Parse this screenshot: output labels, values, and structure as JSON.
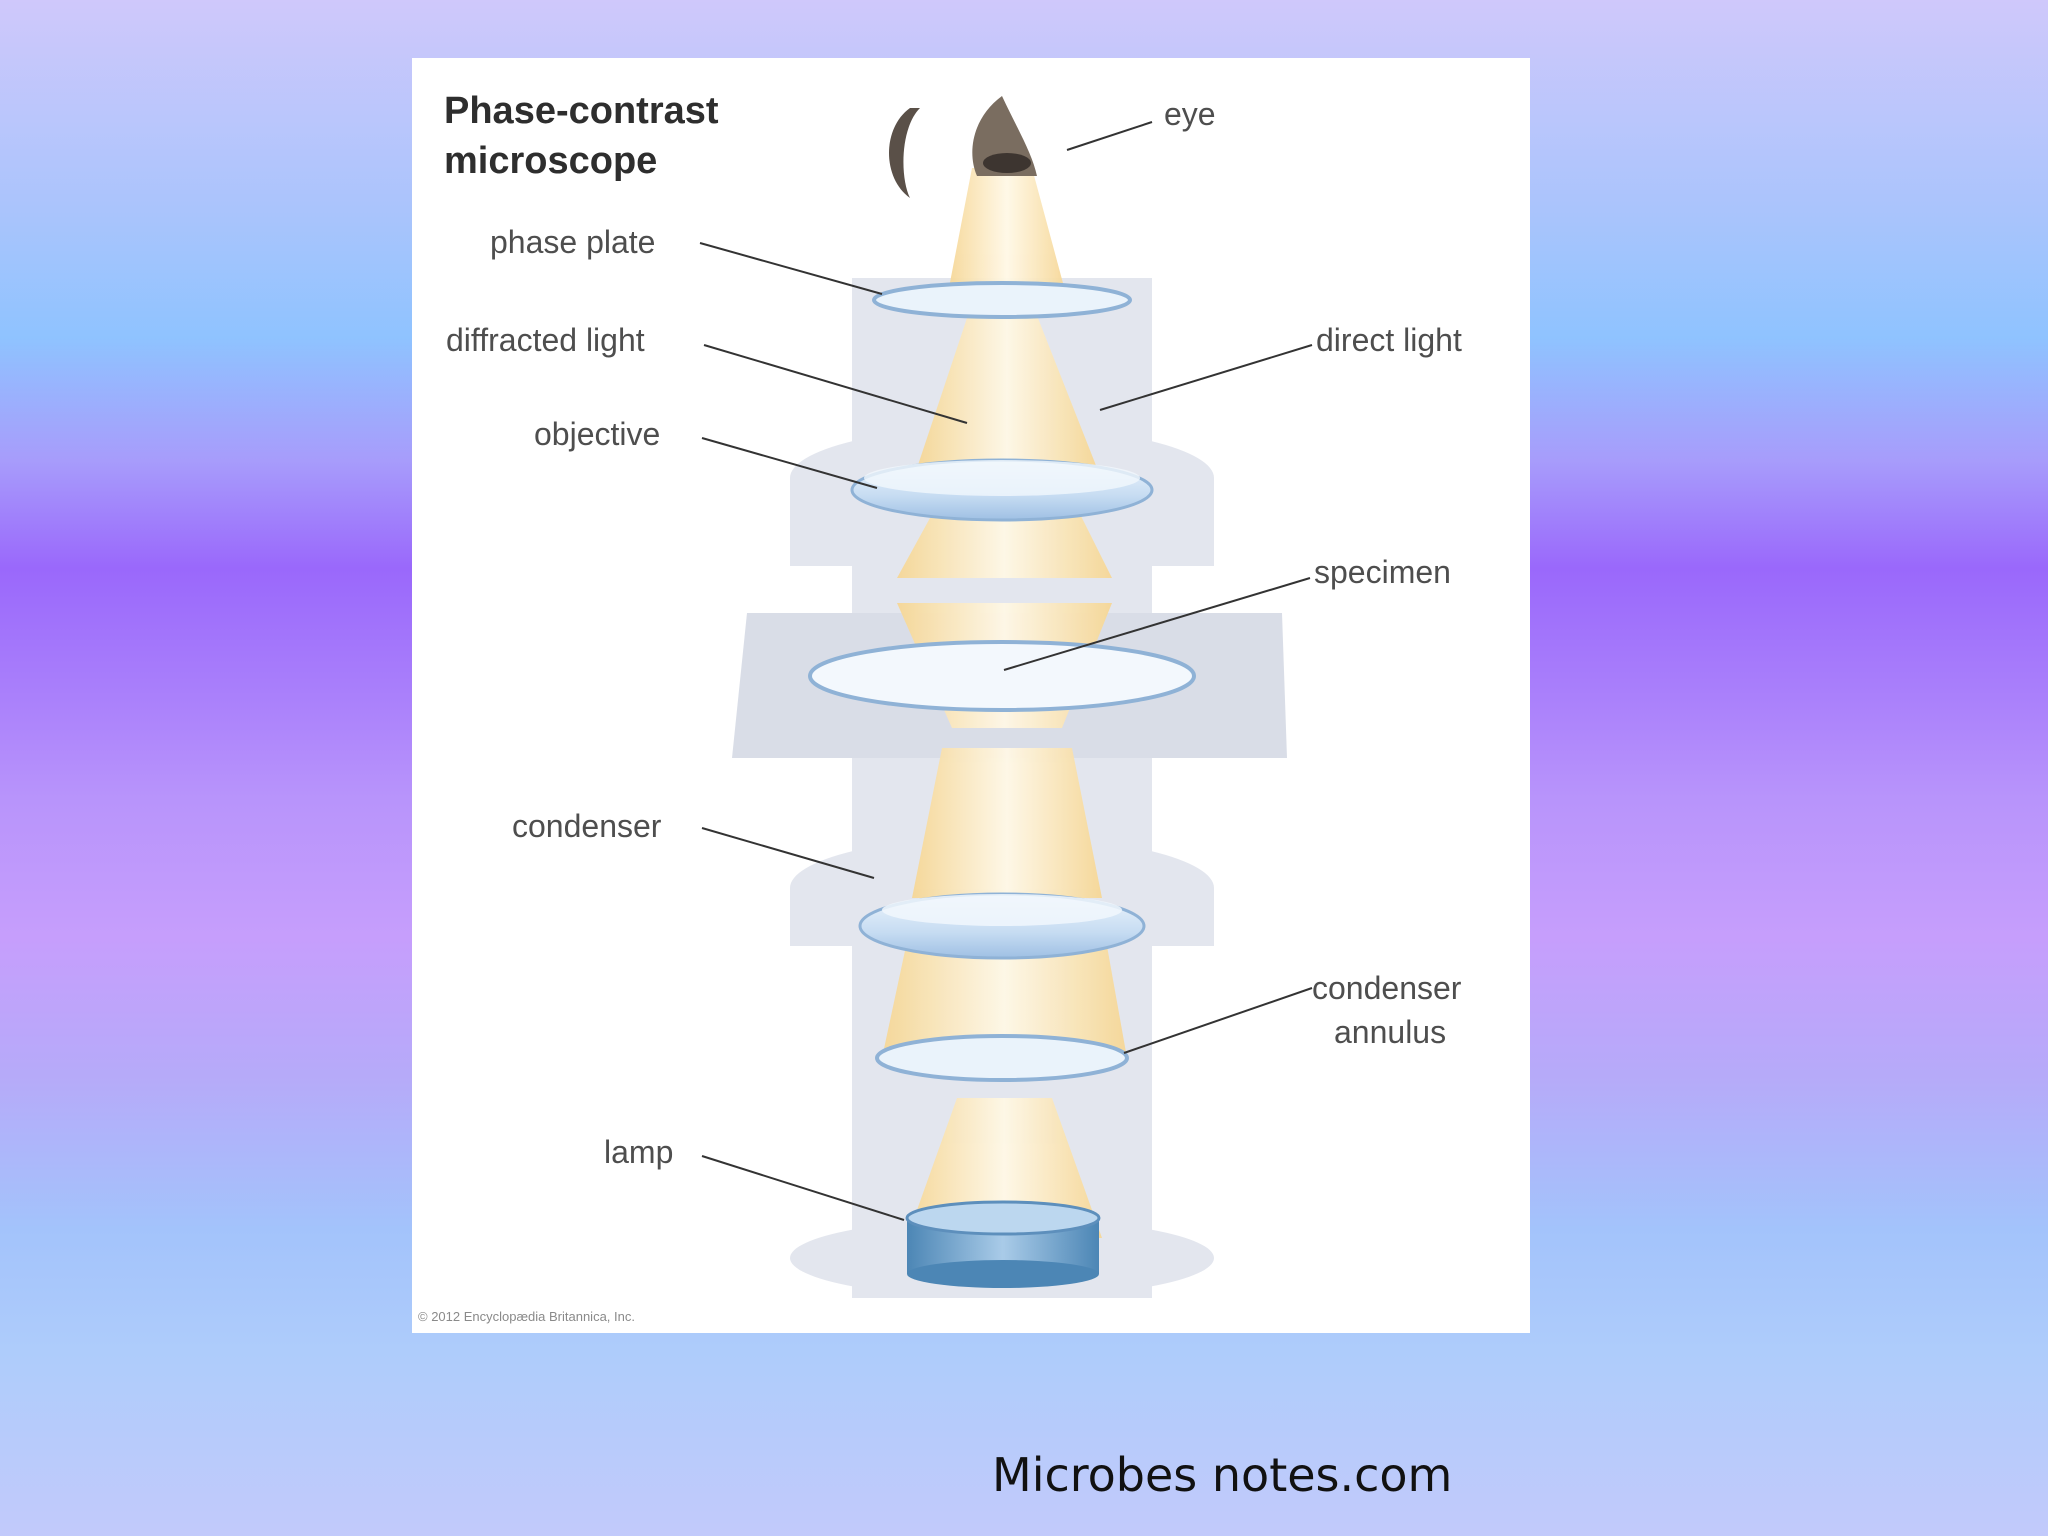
{
  "diagram": {
    "title_line1": "Phase-contrast",
    "title_line2": "microscope",
    "labels": {
      "eye": "eye",
      "phase_plate": "phase plate",
      "diffracted_light": "diffracted light",
      "direct_light": "direct light",
      "objective": "objective",
      "specimen": "specimen",
      "condenser": "condenser",
      "condenser_annulus_line1": "condenser",
      "condenser_annulus_line2": "annulus",
      "lamp": "lamp"
    },
    "credit": "© 2012 Encyclopædia Britannica, Inc."
  },
  "caption": "Microbes notes.com",
  "colors": {
    "light_beam": "#fbe7b3",
    "lens": "#bcd6ef",
    "column": "#e2e5ec",
    "label_text": "#4e4e4e",
    "leader_line": "#333333"
  }
}
